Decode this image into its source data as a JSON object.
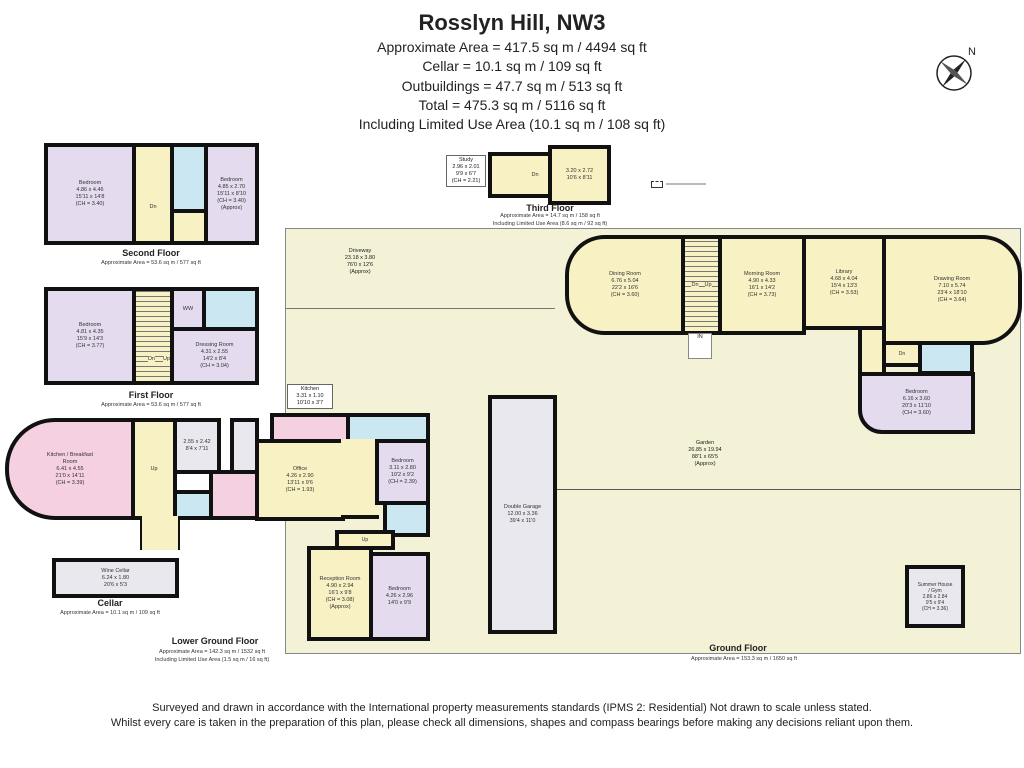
{
  "header": {
    "title": "Rosslyn Hill, NW3",
    "lines": [
      "Approximate Area = 417.5 sq m / 4494 sq ft",
      "Cellar = 10.1 sq m / 109 sq ft",
      "Outbuildings = 47.7 sq m / 513 sq ft",
      "Total = 475.3 sq m / 5116 sq ft",
      "Including Limited Use Area (10.1 sq m / 108 sq ft)"
    ]
  },
  "compass": {
    "label": "N",
    "icon": "compass-rose-icon"
  },
  "colors": {
    "hall": "#f8f1c4",
    "bedroom": "#e4dbee",
    "kitchen": "#f5d0e0",
    "bathroom": "#cbe7f1",
    "utility": "#e9e8ee",
    "garden": "#f3f2d6",
    "walls": "#111111"
  },
  "floors": {
    "second": {
      "label": "Second Floor",
      "area": "Approximate Area = 53.6 sq m / 577 sq ft",
      "rooms": [
        {
          "name": "Bedroom",
          "metric": "4.86 x 4.46",
          "imperial": "15'11 x 14'8",
          "ch": "(CH = 3.40)"
        },
        {
          "name": "Bedroom",
          "metric": "4.85 x 2.70",
          "imperial": "15'11 x 8'10",
          "ch": "(CH = 3.40)",
          "note": "(Approx)"
        }
      ],
      "stair_label": "Dn"
    },
    "first": {
      "label": "First Floor",
      "area": "Approximate Area = 53.6 sq m / 577 sq ft",
      "rooms": [
        {
          "name": "Bedroom",
          "metric": "4.81 x 4.35",
          "imperial": "15'9 x 14'3",
          "ch": "(CH = 3.77)"
        },
        {
          "name": "Dressing Room",
          "metric": "4.31 x 2.55",
          "imperial": "14'2 x 8'4",
          "ch": "(CH = 3.04)"
        }
      ],
      "ww": "WW",
      "dn": "Dn",
      "up": "Up"
    },
    "third": {
      "label": "Third Floor",
      "area": "Approximate Area = 14.7 sq m / 158 sq ft",
      "limited": "Including Limited Use Area (8.6 sq m / 92 sq ft)",
      "study": {
        "name": "Study",
        "metric": "2.96 x 2.01",
        "imperial": "9'9 x 6'7",
        "ch": "(CH = 2.21)"
      },
      "room": {
        "metric": "3.20 x 2.72",
        "imperial": "10'6 x 8'11"
      },
      "dn": "Dn"
    },
    "ground": {
      "label": "Ground Floor",
      "area": "Approximate Area = 153.3 sq m / 1650 sq ft",
      "rooms": {
        "driveway": {
          "name": "Driveway",
          "metric": "23.18 x 3.80",
          "imperial": "76'0 x 12'6",
          "note": "(Approx)"
        },
        "dining": {
          "name": "Dining Room",
          "metric": "6.76 x 5.04",
          "imperial": "22'2 x 16'6",
          "ch": "(CH = 3.60)"
        },
        "morning": {
          "name": "Morning Room",
          "metric": "4.90 x 4.33",
          "imperial": "16'1 x 14'2",
          "ch": "(CH = 3.73)"
        },
        "library": {
          "name": "Library",
          "metric": "4.68 x 4.04",
          "imperial": "15'4 x 13'3",
          "ch": "(CH = 3.53)"
        },
        "drawing": {
          "name": "Drawing Room",
          "metric": "7.10 x 5.74",
          "imperial": "23'4 x 18'10",
          "ch": "(CH = 3.64)"
        },
        "bedroom": {
          "name": "Bedroom",
          "metric": "6.16 x 3.60",
          "imperial": "20'3 x 11'10",
          "ch": "(CH = 3.60)"
        },
        "garden": {
          "name": "Garden",
          "metric": "26.85 x 19.94",
          "imperial": "88'1 x 65'5",
          "note": "(Approx)"
        },
        "garage": {
          "name": "Double Garage",
          "metric": "12.00 x 3.36",
          "imperial": "39'4 x 11'0"
        },
        "summer": {
          "name": "Summer House / Gym",
          "metric": "2.86 x 2.84",
          "imperial": "9'5 x 9'4",
          "ch": "(CH = 3.36)"
        }
      },
      "in": "IN",
      "dn": "Dn",
      "up": "Up"
    },
    "lower": {
      "label": "Lower Ground Floor",
      "area": "Approximate Area = 142.3 sq m / 1532 sq ft",
      "limited": "Including Limited Use Area (1.5 sq m / 16 sq ft)",
      "rooms": {
        "kitchen_breakfast": {
          "name": "Kitchen / Breakfast Room",
          "metric": "6.41 x 4.55",
          "imperial": "21'0 x 14'11",
          "ch": "(CH = 3.39)"
        },
        "store": {
          "metric": "2.55 x 2.42",
          "imperial": "8'4 x 7'11"
        },
        "kitchen": {
          "name": "Kitchen",
          "metric": "3.31 x 1.10",
          "imperial": "10'10 x 3'7"
        },
        "office": {
          "name": "Office",
          "metric": "4.26 x 2.90",
          "imperial": "13'11 x 9'6",
          "ch": "(CH = 1.93)"
        },
        "bedroom1": {
          "name": "Bedroom",
          "metric": "3.11 x 2.80",
          "imperial": "10'2 x 9'2",
          "ch": "(CH = 2.39)"
        },
        "reception": {
          "name": "Reception Room",
          "metric": "4.90 x 2.94",
          "imperial": "16'1 x 9'8",
          "ch": "(CH = 3.08)",
          "note": "(Approx)"
        },
        "bedroom2": {
          "name": "Bedroom",
          "metric": "4.26 x 2.96",
          "imperial": "14'0 x 9'9"
        }
      },
      "up": "Up"
    },
    "cellar": {
      "label": "Cellar",
      "area": "Approximate Area = 10.1 sq m / 109 sq ft",
      "room": {
        "name": "Wine Cellar",
        "metric": "6.24 x 1.80",
        "imperial": "20'6 x 5'3"
      }
    }
  },
  "footer": {
    "line1": "Surveyed and drawn in accordance with the International property measurements standards (IPMS 2: Residential) Not drawn to scale unless stated.",
    "line2": "Whilst every care is taken in the preparation of this plan, please check all dimensions, shapes and compass bearings before making any decisions reliant upon them."
  }
}
